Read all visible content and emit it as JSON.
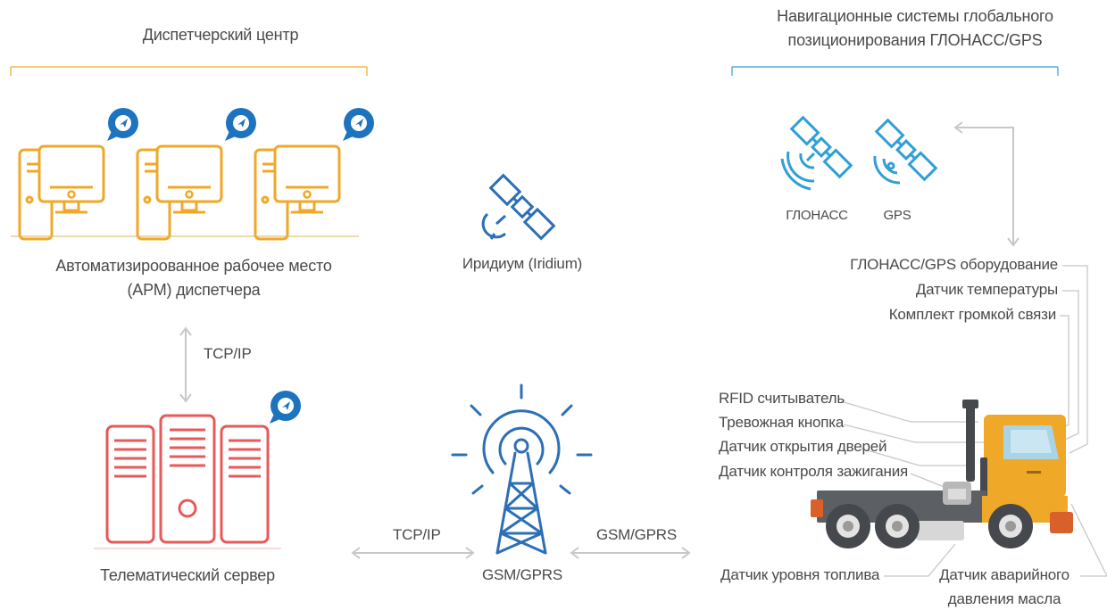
{
  "dispatch": {
    "title": "Диспетчерский центр",
    "workstation_line1": "Автоматизироованное рабочее место",
    "workstation_line2": "(АРМ) диспетчера"
  },
  "nav": {
    "title_line1": "Навигационные системы глобального",
    "title_line2": "позиционирования ГЛОНАСС/GPS",
    "glonass": "ГЛОНАСС",
    "gps": "GPS"
  },
  "links": {
    "tcpip_vertical": "TCP/IP",
    "tcpip_horizontal": "TCP/IP",
    "gsm_gprs_horizontal": "GSM/GPRS"
  },
  "iridium": {
    "label": "Иридиум (Iridium)"
  },
  "server": {
    "label": "Телематический сервер"
  },
  "tower": {
    "label": "GSM/GPRS"
  },
  "vehicle": {
    "equipment_right": [
      "ГЛОНАСС/GPS оборудование",
      "Датчик температуры",
      "Комплект громкой связи"
    ],
    "equipment_left": [
      "RFID считыватель",
      "Тревожная кнопка",
      "Датчик открытия дверей",
      "Датчик контроля зажигания"
    ],
    "fuel_sensor": "Датчик уровня топлива",
    "oil_line1": "Датчик аварийного",
    "oil_line2": "давления масла"
  },
  "colors": {
    "orange": "#f0a828",
    "blue": "#2f9fd6",
    "red": "#e8595a",
    "navy": "#2c6fb7",
    "badge": "#1e73be",
    "gray": "#c8c8c8"
  }
}
